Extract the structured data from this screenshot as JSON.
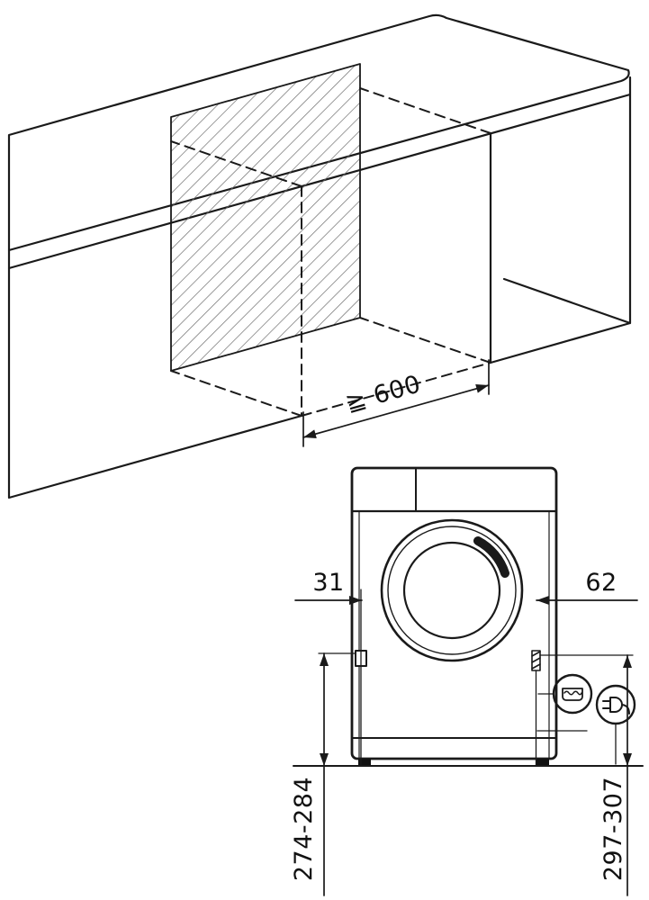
{
  "figure": {
    "type": "appliance-installation-diagram",
    "views": {
      "isometric": {
        "description_role": "counter niche for built-under appliance",
        "niche_width_label": "≧ 600"
      },
      "front": {
        "left_offset_label": "31",
        "right_offset_label": "62",
        "water_height_label": "274-284",
        "plug_height_label": "297-307"
      }
    },
    "icons": [
      "water-inlet-icon",
      "power-plug-icon"
    ],
    "colors": {
      "line": "#1a1a1a",
      "hatch": "#6e6e6e",
      "background": "#ffffff"
    }
  }
}
